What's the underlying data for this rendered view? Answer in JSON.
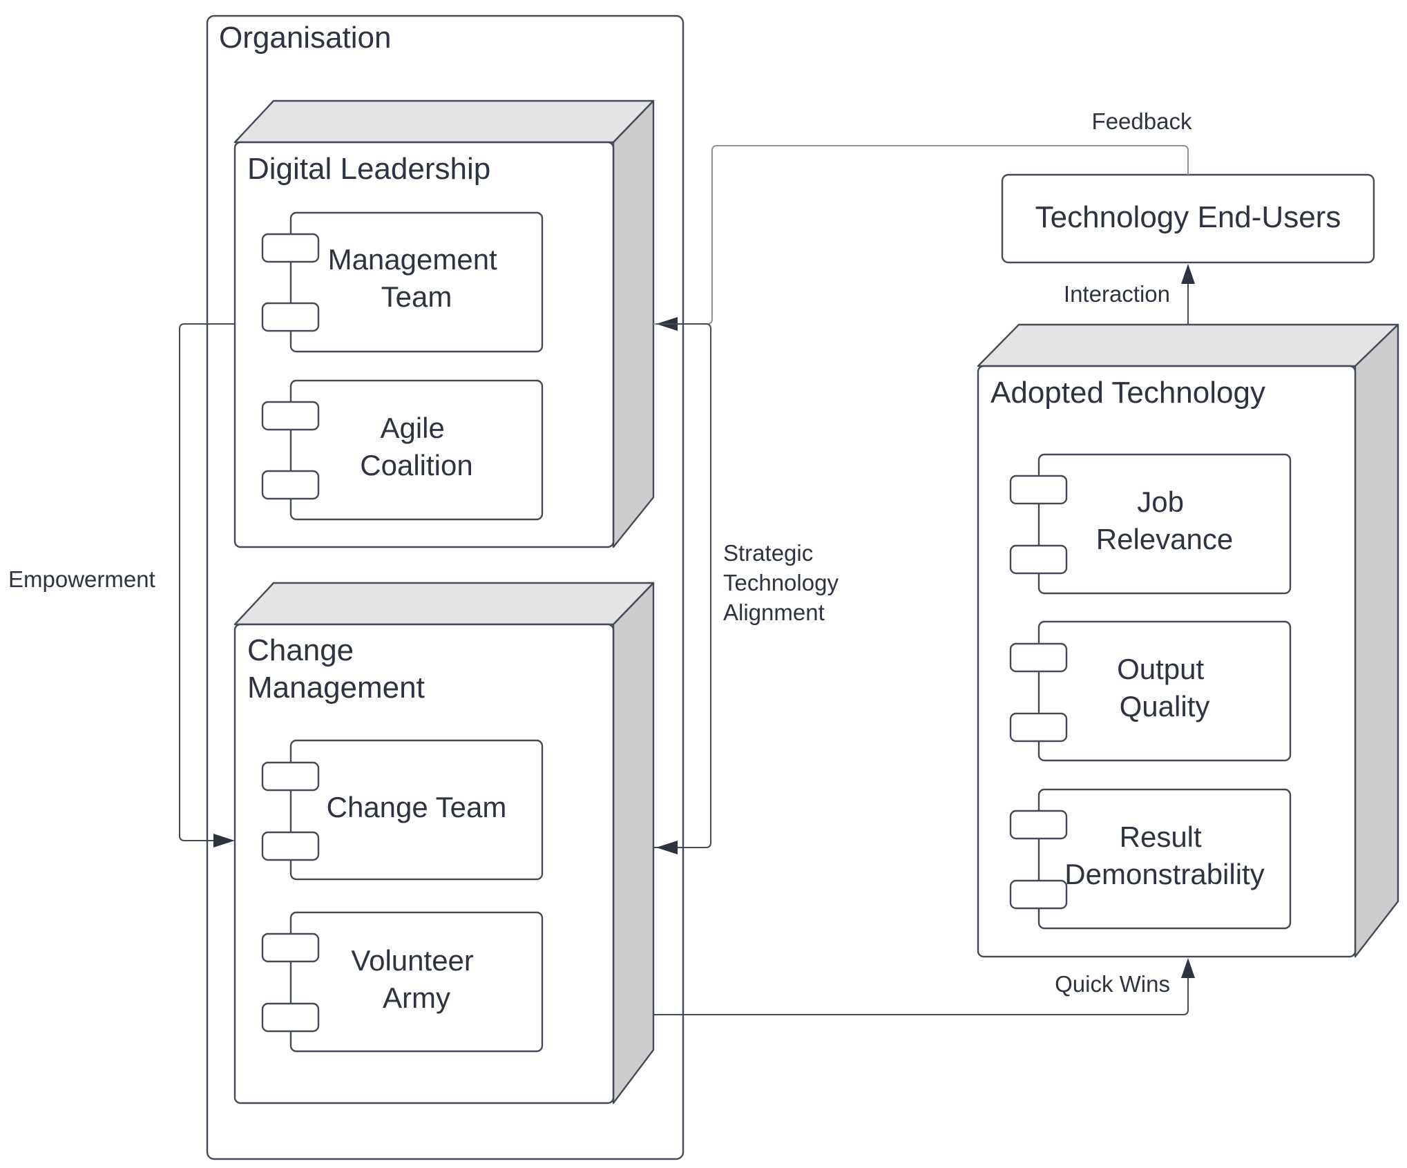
{
  "organisation": {
    "title": "Organisation"
  },
  "digital_leadership": {
    "title": "Digital Leadership",
    "components": {
      "management_team": [
        "Management",
        "Team"
      ],
      "agile_coalition": [
        "Agile",
        "Coalition"
      ]
    }
  },
  "change_management": {
    "title": [
      "Change",
      "Management"
    ],
    "components": {
      "change_team": [
        "Change Team"
      ],
      "volunteer_army": [
        "Volunteer",
        "Army"
      ]
    }
  },
  "adopted_technology": {
    "title": "Adopted Technology",
    "components": {
      "job_relevance": [
        "Job",
        "Relevance"
      ],
      "output_quality": [
        "Output",
        "Quality"
      ],
      "result_demonstrability": [
        "Result",
        "Demonstrability"
      ]
    }
  },
  "end_users": {
    "title": "Technology End-Users"
  },
  "edges": {
    "feedback": "Feedback",
    "interaction": "Interaction",
    "empowerment": "Empowerment",
    "strategic": [
      "Strategic",
      "Technology",
      "Alignment"
    ],
    "quick_wins": "Quick Wins"
  }
}
